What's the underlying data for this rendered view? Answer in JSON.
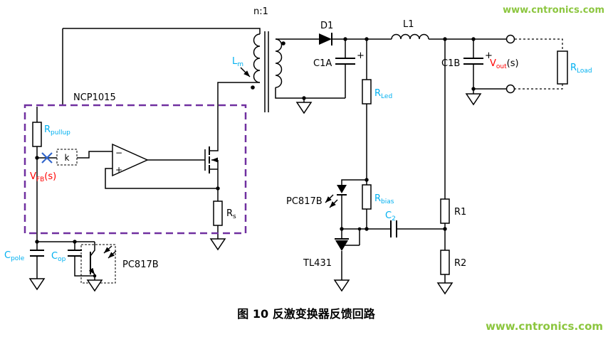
{
  "figure": {
    "caption": "图 10 反激变换器反馈回路",
    "watermark_top": "www.cntronics.com",
    "watermark_bottom": "www.cntronics.com"
  },
  "colors": {
    "background": "#FFFFFF",
    "wire": "#000000",
    "component_label": "#00B0F0",
    "signal_label": "#FF0000",
    "controller_outline": "#7030A0",
    "loop_break_marker": "#3366CC",
    "watermark": "#8CC63F"
  },
  "labels": {
    "turns_ratio": "n:1",
    "magnetizing_inductance": {
      "main": "L",
      "sub": "m"
    },
    "diode_d1": "D1",
    "cap_c1a": "C1A",
    "cap_c1a_polarity": "+",
    "inductor_l1": "L1",
    "cap_c1b": "C1B",
    "cap_c1b_polarity": "+",
    "vout": {
      "main": "V",
      "sub": "out",
      "suffix": "(s)"
    },
    "rload": {
      "main": "R",
      "sub": "Load"
    },
    "rled": {
      "main": "R",
      "sub": "Led"
    },
    "rbias": {
      "main": "R",
      "sub": "bias"
    },
    "optocoupler_secondary": "PC817B",
    "cap_c2": {
      "main": "C",
      "sub": "2"
    },
    "r1": "R1",
    "r2": "R2",
    "tl431": "TL431",
    "controller": "NCP1015",
    "rpullup": {
      "main": "R",
      "sub": "pullup"
    },
    "vfb": {
      "main": "V",
      "sub": "FB",
      "suffix": "(s)"
    },
    "gain_block": "k",
    "opamp_minus": "−",
    "opamp_plus": "+",
    "sense_resistor": {
      "main": "R",
      "sub": "s"
    },
    "cap_cpole": {
      "main": "C",
      "sub": "pole"
    },
    "cap_cop": {
      "main": "C",
      "sub": "op"
    },
    "optocoupler_primary": "PC817B"
  }
}
